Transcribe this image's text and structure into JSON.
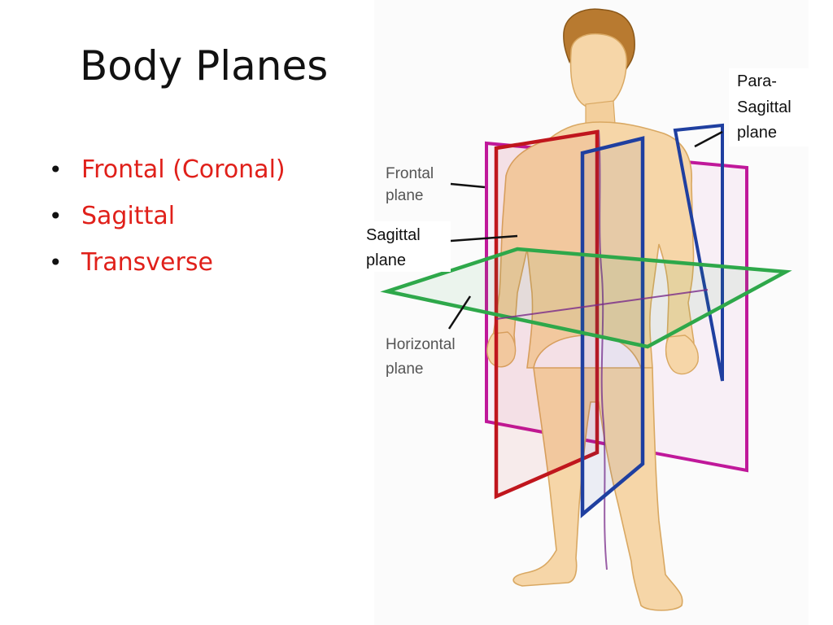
{
  "slide": {
    "title": "Body Planes",
    "bullets": [
      {
        "marker": "•",
        "text": "Frontal (Coronal)"
      },
      {
        "marker": "•",
        "text": "Sagittal"
      },
      {
        "marker": "•",
        "text": "Transverse"
      }
    ]
  },
  "diagram": {
    "labels": {
      "parasagittal": [
        "Para-",
        "Sagittal",
        "plane"
      ],
      "frontal": [
        "Frontal",
        "plane"
      ],
      "sagittal": [
        "Sagittal",
        "plane"
      ],
      "horizontal": [
        "Horizontal",
        "plane"
      ]
    },
    "colors": {
      "bullet_text": "#e0201a",
      "frontal_plane": "#c0161d",
      "sagittal_plane": "#1f3fa0",
      "parasagittal_plane": "#c0189a",
      "horizontal_plane": "#2ea84a",
      "skin": "#f6d6a8",
      "skin_outline": "#d9a862",
      "hair": "#b87a30"
    }
  }
}
